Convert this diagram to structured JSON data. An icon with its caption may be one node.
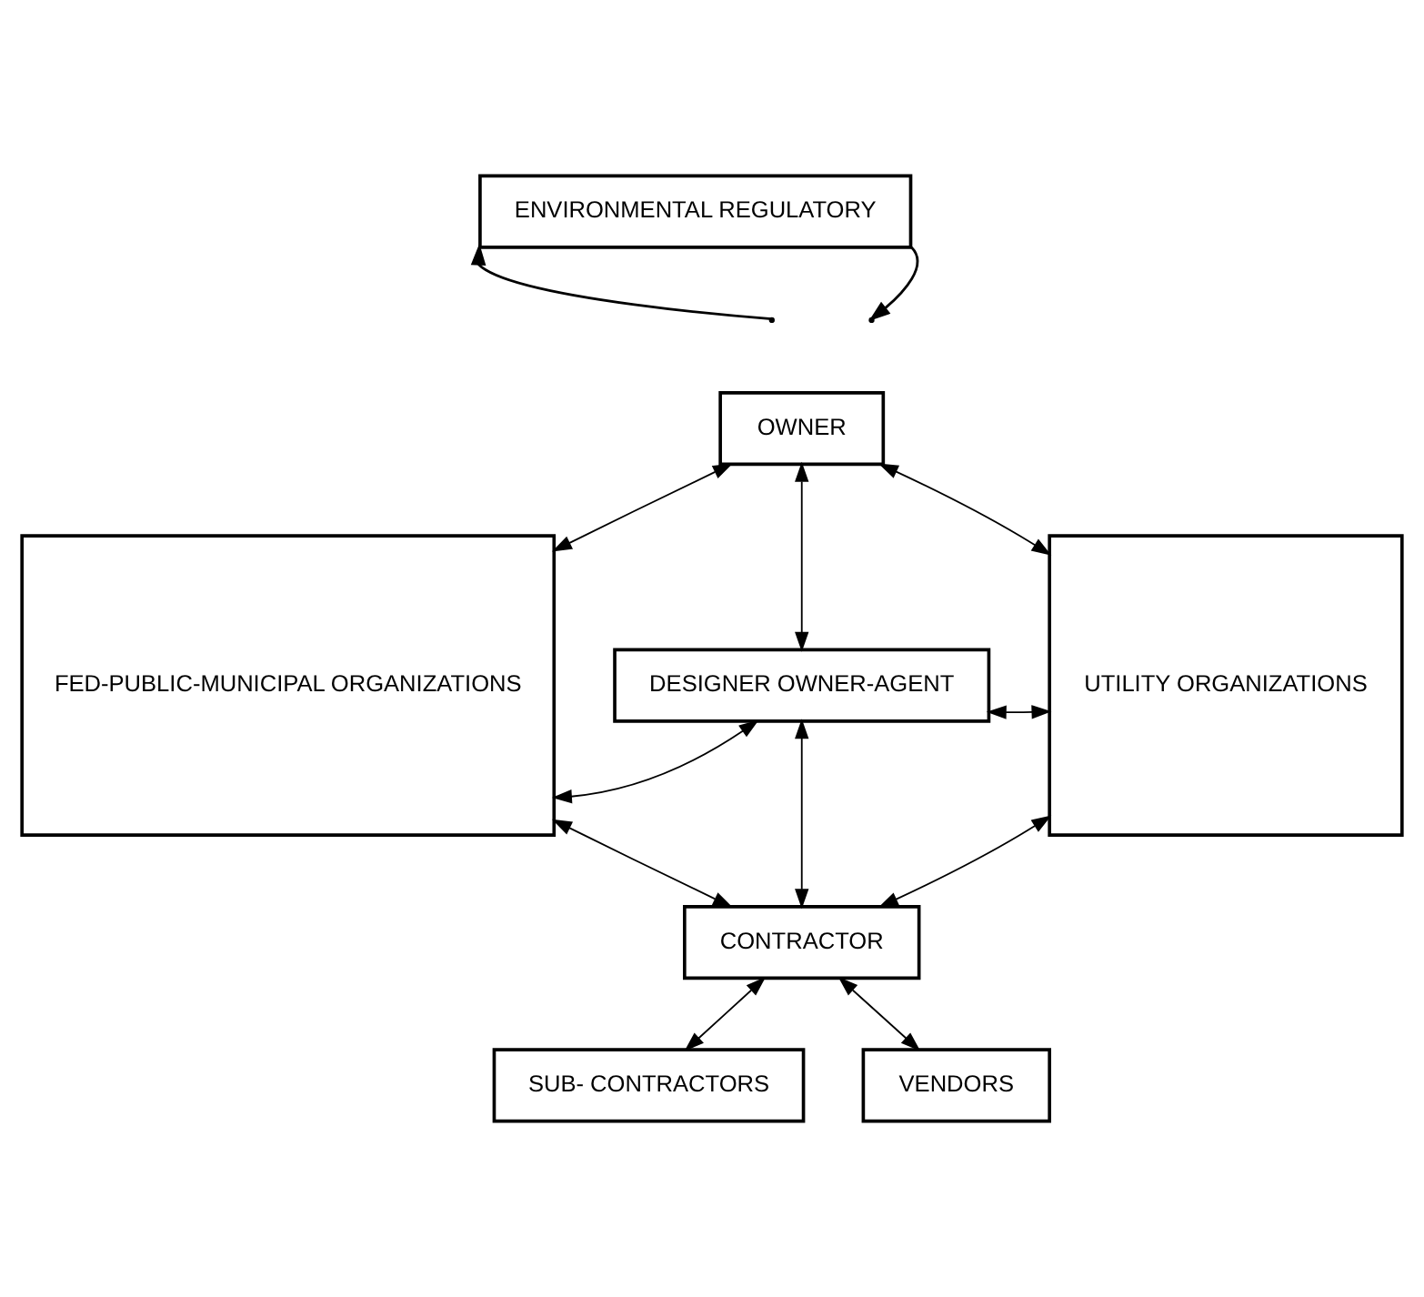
{
  "diagram": {
    "nodes": [
      {
        "text": [
          "ENVIRONMENTAL REGULATORY"
        ]
      },
      {
        "text": [
          "OWNER"
        ]
      },
      {
        "text": [
          "DESIGNER OWNER-AGENT"
        ]
      },
      {
        "text": [
          "CONTRACTOR"
        ]
      },
      {
        "text": [
          "FED-PUBLIC-MUNICIPAL ORGANIZATIONS"
        ]
      },
      {
        "text": [
          "UTILITY ORGANIZATIONS"
        ]
      },
      {
        "text": [
          "SUB- CONTRACTORS"
        ]
      },
      {
        "text": [
          "VENDORS"
        ]
      }
    ],
    "edges": [
      {
        "from": null,
        "to": 0,
        "arrow": "to"
      },
      {
        "from": 0,
        "to": null,
        "arrow": "to"
      },
      {
        "from": 1,
        "to": 2,
        "arrow": "both"
      },
      {
        "from": 2,
        "to": 3,
        "arrow": "both"
      },
      {
        "from": 4,
        "to": 1,
        "arrow": "both"
      },
      {
        "from": 4,
        "to": 2,
        "arrow": "both"
      },
      {
        "from": 4,
        "to": 3,
        "arrow": "both"
      },
      {
        "from": 5,
        "to": 1,
        "arrow": "both"
      },
      {
        "from": 5,
        "to": 2,
        "arrow": "both"
      },
      {
        "from": 5,
        "to": 3,
        "arrow": "both"
      },
      {
        "from": 3,
        "to": 6,
        "arrow": "both"
      },
      {
        "from": 3,
        "to": 7,
        "arrow": "both"
      }
    ]
  }
}
